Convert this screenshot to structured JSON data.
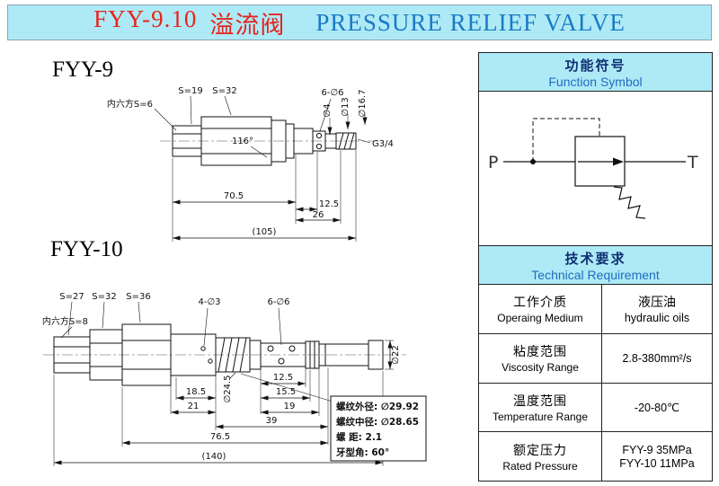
{
  "header": {
    "model": "FYY-9.10",
    "name_cn": "溢流阀",
    "name_en": "PRESSURE RELIEF VALVE"
  },
  "fyy9": {
    "label": "FYY-9",
    "hex_socket": "内六方S=6",
    "s19": "S=19",
    "s32": "S=32",
    "angle": "116°",
    "holes": "6-∅6",
    "d4": "∅4",
    "d13": "∅13",
    "d16_7": "∅16.7",
    "thread": "G3/4",
    "dim_70_5": "70.5",
    "dim_12_5": "12.5",
    "dim_26": "26",
    "dim_total": "(105)"
  },
  "fyy10": {
    "label": "FYY-10",
    "hex_socket": "内六方S=8",
    "s27": "S=27",
    "s32": "S=32",
    "s36": "S=36",
    "holes4": "4-∅3",
    "holes6": "6-∅6",
    "d22": "∅22",
    "d24_5": "∅24.5",
    "dim_18_5": "18.5",
    "dim_12_5": "12.5",
    "dim_15_5": "15.5",
    "dim_21": "21",
    "dim_19": "19",
    "dim_39": "39",
    "dim_76_5": "76.5",
    "dim_total": "(140)",
    "note": {
      "line1": "螺纹外径: ∅29.92",
      "line2": "螺纹中径: ∅28.65",
      "line3": "螺  距: 2.1",
      "line4": "牙型角: 60°"
    }
  },
  "symbol": {
    "p": "P",
    "t": "T"
  },
  "panel": {
    "function_header": {
      "cn": "功能符号",
      "en": "Function Symbol"
    },
    "technical_header": {
      "cn": "技术要求",
      "en": "Technical Requirement"
    },
    "rows": [
      {
        "cn": "工作介质",
        "en": "Operaing Medium",
        "value_lines": [
          "液压油",
          "hydraulic oils"
        ]
      },
      {
        "cn": "粘度范围",
        "en": "Viscosity Range",
        "value_lines": [
          "2.8-380mm²/s"
        ]
      },
      {
        "cn": "温度范围",
        "en": "Temperature Range",
        "value_lines": [
          "-20-80℃"
        ]
      },
      {
        "cn": "额定压力",
        "en": "Rated Pressure",
        "value_lines": [
          "FYY-9 35MPa",
          "FYY-10 11MPa"
        ]
      }
    ]
  },
  "colors": {
    "header_bg": "#aeeaf6",
    "title_red": "#e8241c",
    "title_blue": "#1b79c6",
    "section_cn": "#0f2f73",
    "section_en": "#1f6cc0"
  }
}
